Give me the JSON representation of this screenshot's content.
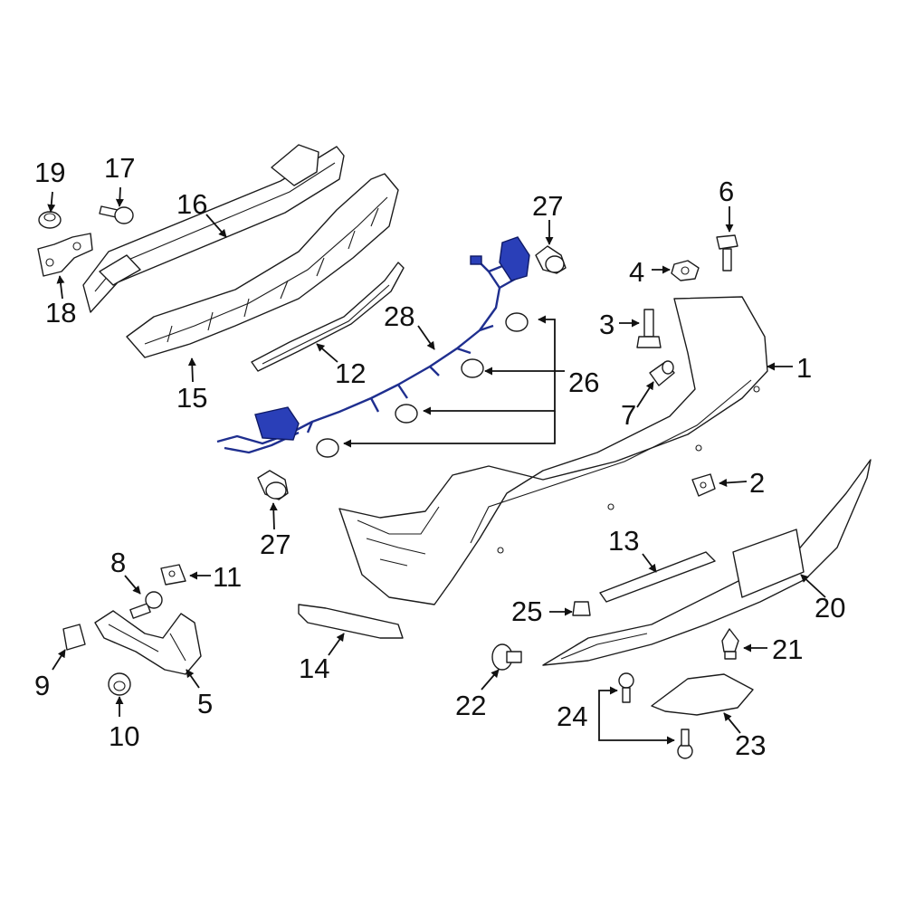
{
  "callouts": {
    "c1": "1",
    "c2": "2",
    "c3": "3",
    "c4": "4",
    "c5": "5",
    "c6": "6",
    "c7": "7",
    "c8": "8",
    "c9": "9",
    "c10": "10",
    "c11": "11",
    "c12": "12",
    "c13": "13",
    "c14": "14",
    "c15": "15",
    "c16": "16",
    "c17": "17",
    "c18": "18",
    "c19": "19",
    "c20": "20",
    "c21": "21",
    "c22": "22",
    "c23": "23",
    "c24": "24",
    "c25": "25",
    "c26": "26",
    "c27a": "27",
    "c27b": "27",
    "c28": "28"
  },
  "colors": {
    "highlight": "#2a3fb8",
    "harness": "#1f2f8f",
    "outline": "#1b1b1b"
  }
}
